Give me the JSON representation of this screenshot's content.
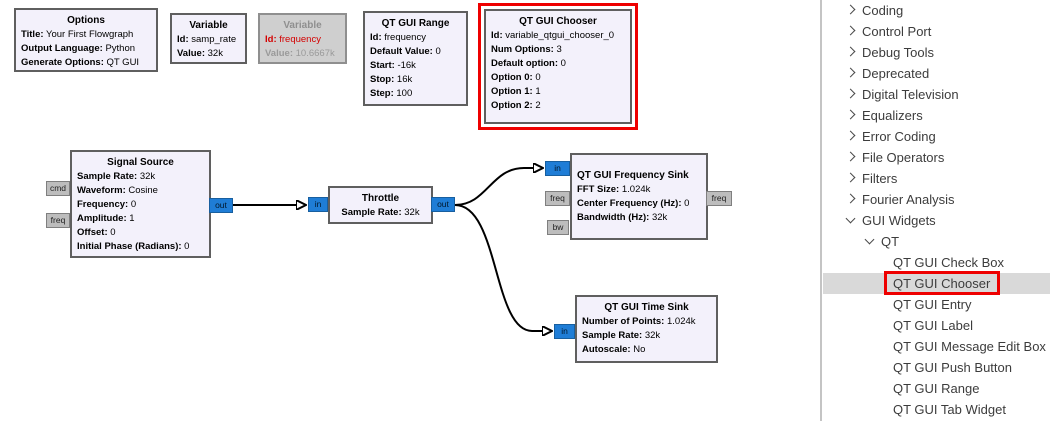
{
  "colors": {
    "block_background": "#f3f1fb",
    "block_border": "#5f5f5f",
    "disabled_block_background": "#cfcfcf",
    "disabled_id_red": "#d40000",
    "stream_port_blue": "#1f7dd6",
    "message_port_gray": "#bdbdbd",
    "annotation_red": "#ee0000",
    "selected_row_gray": "#d9d9d9"
  },
  "flowgraph": {
    "blocks": {
      "options": {
        "title": "Options",
        "params": [
          {
            "label": "Title:",
            "value": "Your First Flowgraph"
          },
          {
            "label": "Output Language:",
            "value": "Python"
          },
          {
            "label": "Generate Options:",
            "value": "QT GUI"
          }
        ]
      },
      "variable_samp_rate": {
        "title": "Variable",
        "params": [
          {
            "label": "Id:",
            "value": "samp_rate"
          },
          {
            "label": "Value:",
            "value": "32k"
          }
        ]
      },
      "variable_frequency": {
        "title": "Variable",
        "params": [
          {
            "label": "Id:",
            "value": "frequency"
          },
          {
            "label": "Value:",
            "value": "10.6667k"
          }
        ]
      },
      "qtgui_range": {
        "title": "QT GUI Range",
        "params": [
          {
            "label": "Id:",
            "value": "frequency"
          },
          {
            "label": "Default Value:",
            "value": "0"
          },
          {
            "label": "Start:",
            "value": "-16k"
          },
          {
            "label": "Stop:",
            "value": "16k"
          },
          {
            "label": "Step:",
            "value": "100"
          }
        ]
      },
      "qtgui_chooser": {
        "title": "QT GUI Chooser",
        "params": [
          {
            "label": "Id:",
            "value": "variable_qtgui_chooser_0"
          },
          {
            "label": "Num Options:",
            "value": "3"
          },
          {
            "label": "Default option:",
            "value": "0"
          },
          {
            "label": "Option 0:",
            "value": "0"
          },
          {
            "label": "Option 1:",
            "value": "1"
          },
          {
            "label": "Option 2:",
            "value": "2"
          }
        ]
      },
      "signal_source": {
        "title": "Signal Source",
        "params": [
          {
            "label": "Sample Rate:",
            "value": "32k"
          },
          {
            "label": "Waveform:",
            "value": "Cosine"
          },
          {
            "label": "Frequency:",
            "value": "0"
          },
          {
            "label": "Amplitude:",
            "value": "1"
          },
          {
            "label": "Offset:",
            "value": "0"
          },
          {
            "label": "Initial Phase (Radians):",
            "value": "0"
          }
        ],
        "ports": {
          "cmd": "cmd",
          "freq": "freq",
          "out": "out"
        }
      },
      "throttle": {
        "title": "Throttle",
        "params": [
          {
            "label": "Sample Rate:",
            "value": "32k"
          }
        ],
        "ports": {
          "in": "in",
          "out": "out"
        }
      },
      "qtgui_frequency_sink": {
        "title": "QT GUI Frequency Sink",
        "params": [
          {
            "label": "FFT Size:",
            "value": "1.024k"
          },
          {
            "label": "Center Frequency (Hz):",
            "value": "0"
          },
          {
            "label": "Bandwidth (Hz):",
            "value": "32k"
          }
        ],
        "ports": {
          "in": "in",
          "freq_in": "freq",
          "bw": "bw",
          "freq_out": "freq"
        }
      },
      "qtgui_time_sink": {
        "title": "QT GUI Time Sink",
        "params": [
          {
            "label": "Number of Points:",
            "value": "1.024k"
          },
          {
            "label": "Sample Rate:",
            "value": "32k"
          },
          {
            "label": "Autoscale:",
            "value": "No"
          }
        ],
        "ports": {
          "in": "in"
        }
      }
    }
  },
  "library": {
    "items": [
      {
        "label": "Coding",
        "state": "collapsed",
        "level": 1
      },
      {
        "label": "Control Port",
        "state": "collapsed",
        "level": 1
      },
      {
        "label": "Debug Tools",
        "state": "collapsed",
        "level": 1
      },
      {
        "label": "Deprecated",
        "state": "collapsed",
        "level": 1
      },
      {
        "label": "Digital Television",
        "state": "collapsed",
        "level": 1
      },
      {
        "label": "Equalizers",
        "state": "collapsed",
        "level": 1
      },
      {
        "label": "Error Coding",
        "state": "collapsed",
        "level": 1
      },
      {
        "label": "File Operators",
        "state": "collapsed",
        "level": 1
      },
      {
        "label": "Filters",
        "state": "collapsed",
        "level": 1
      },
      {
        "label": "Fourier Analysis",
        "state": "collapsed",
        "level": 1
      },
      {
        "label": "GUI Widgets",
        "state": "expanded",
        "level": 1
      },
      {
        "label": "QT",
        "state": "expanded",
        "level": 2
      },
      {
        "label": "QT GUI Check Box",
        "state": "leaf",
        "level": 3
      },
      {
        "label": "QT GUI Chooser",
        "state": "leaf",
        "level": 3,
        "selected": true
      },
      {
        "label": "QT GUI Entry",
        "state": "leaf",
        "level": 3
      },
      {
        "label": "QT GUI Label",
        "state": "leaf",
        "level": 3
      },
      {
        "label": "QT GUI Message Edit Box",
        "state": "leaf",
        "level": 3
      },
      {
        "label": "QT GUI Push Button",
        "state": "leaf",
        "level": 3
      },
      {
        "label": "QT GUI Range",
        "state": "leaf",
        "level": 3
      },
      {
        "label": "QT GUI Tab Widget",
        "state": "leaf",
        "level": 3
      }
    ]
  }
}
